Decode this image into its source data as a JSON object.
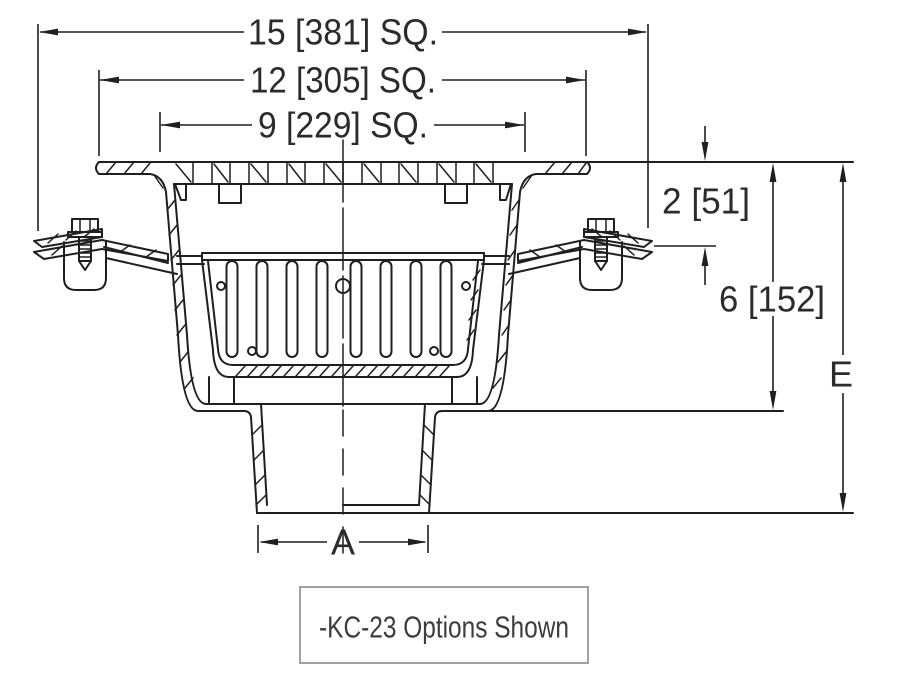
{
  "colors": {
    "line_color": "#1f1f1f",
    "dim_text_color": "#2b2b2b",
    "caption_text_color": "#3d3d3d",
    "caption_border_color": "#a0a0a0",
    "bg_color": "#ffffff"
  },
  "dimensions": {
    "square_15": "15 [381] SQ.",
    "square_12": "12 [305] SQ.",
    "square_9": "9 [229] SQ.",
    "depth_2": "2 [51]",
    "depth_6": "6 [152]",
    "height_e": "E",
    "outlet_a": "A"
  },
  "caption": {
    "text": "-KC-23 Options Shown"
  }
}
